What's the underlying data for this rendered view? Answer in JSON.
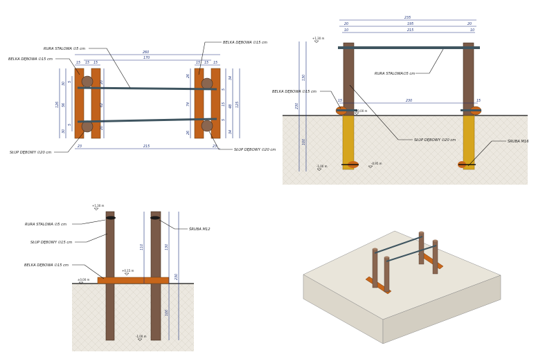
{
  "plan": {
    "labels": {
      "rura": "RURA STALOWA ∅5 cm",
      "belka_left": "BELKA DĘBOWA ∅15 cm",
      "belka_right": "BELKA DĘBOWA ∅15 cm",
      "slup_left": "SŁUP DĘBOWY ∅20 cm",
      "slup_right": "SŁUP DĘBOWY ∅20 cm"
    },
    "dims": {
      "total": "260",
      "inner": "170",
      "l1": "15",
      "l2": "15",
      "l3": "15",
      "r1": "15",
      "r2": "15",
      "r3": "15",
      "bottom_left": "23",
      "bottom_mid": "215",
      "bottom_right": "23",
      "left_total": "126",
      "left_a": "30",
      "left_b": "56",
      "left_c": "30",
      "left2_a": "5",
      "left2_b": "20",
      "left2_c": "5",
      "left2_d": "20",
      "inner_left_a": "20",
      "inner_left_b": "62",
      "inner_left_c": "20",
      "inner_right_a": "26",
      "inner_right_b": "74",
      "inner_right_c": "26",
      "right_total": "125",
      "right_a": "34",
      "right_b": "48",
      "right_c": "34",
      "right2_a": "5",
      "right2_b": "15",
      "right2_c": "5"
    }
  },
  "elevation": {
    "labels": {
      "rura": "RURA STALOWA∅5 cm",
      "belka": "BELKA DĘBOWA ∅15 cm",
      "slup": "SŁUP DĘBOWY ∅20 cm",
      "sruba": "ŚRUBA M16"
    },
    "dims": {
      "top_total": "235",
      "top_a": "20",
      "top_b": "195",
      "top_c": "20",
      "second": "215",
      "s1": "10",
      "s2": "10",
      "inner": "230",
      "small_left": "15",
      "small_right": "15",
      "v_total": "230",
      "v_above": "130",
      "v_below": "100"
    },
    "levels": {
      "top": "+1,30 m",
      "ground": "±0,00 m",
      "bottom_left": "-1,00 m",
      "bottom_right": "-0,95 m"
    }
  },
  "side": {
    "labels": {
      "rura": "RURA STALOWA ∅5 cm",
      "slup": "SŁUP DĘBOWY ∅15 cm",
      "belka": "BELKA DĘBOWA ∅15 cm",
      "sruba": "ŚRUBA M12"
    },
    "dims": {
      "a": "110",
      "b": "130",
      "c": "230",
      "d": "100"
    },
    "levels": {
      "top": "+1,30 m",
      "mid": "+0,15 m",
      "ground": "±0,00 m",
      "bottom": "-1,00 m"
    }
  },
  "colors": {
    "wood": "#8a5a2b",
    "plank": "#c8661a",
    "post_dark": "#7a5a48",
    "pipe": "#3f5560",
    "concrete": "#d6a51e",
    "soil": "#ebe7df",
    "dim": "#1a2f7a"
  }
}
